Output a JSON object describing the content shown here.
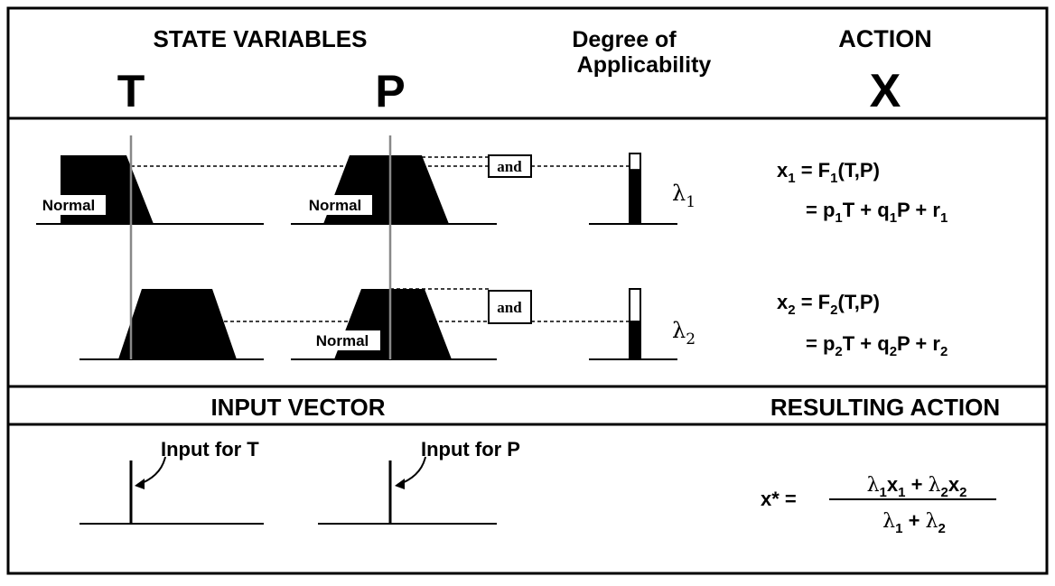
{
  "header": {
    "state_variables": "STATE VARIABLES",
    "var_t": "T",
    "var_p": "P",
    "degree_line1": "Degree of",
    "degree_line2": "Applicability",
    "action": "ACTION",
    "var_x": "X"
  },
  "rules": [
    {
      "t_label": "Normal",
      "p_label": "Normal",
      "operator": "and",
      "lambda": "λ",
      "lambda_sub": "1",
      "degree": 0.78,
      "eq1": {
        "lhs": "x",
        "sub": "1",
        "rhs_a": " = F",
        "rhs_sub": "1",
        "rhs_b": "(T,P)"
      },
      "eq2": {
        "a": "= p",
        "s1": "1",
        "b": "T + q",
        "s2": "1",
        "c": "P + r",
        "s3": "1"
      }
    },
    {
      "t_label": "",
      "p_label": "Normal",
      "operator": "and",
      "lambda": "λ",
      "lambda_sub": "2",
      "degree": 0.55,
      "eq1": {
        "lhs": "x",
        "sub": "2",
        "rhs_a": " = F",
        "rhs_sub": "2",
        "rhs_b": "(T,P)"
      },
      "eq2": {
        "a": "= p",
        "s1": "2",
        "b": "T + q",
        "s2": "2",
        "c": "P + r",
        "s3": "2"
      }
    }
  ],
  "bottom": {
    "input_vector": "INPUT VECTOR",
    "resulting_action": "RESULTING ACTION",
    "input_t": "Input for T",
    "input_p": "Input for P",
    "result_lhs": "x* =",
    "num": {
      "l1": "λ",
      "s1": "1",
      "x1": "x",
      "sx1": "1",
      "plus": " + ",
      "l2": "λ",
      "s2": "2",
      "x2": "x",
      "sx2": "2"
    },
    "den": {
      "l1": "λ",
      "s1": "1",
      "plus": " + ",
      "l2": "λ",
      "s2": "2"
    }
  }
}
